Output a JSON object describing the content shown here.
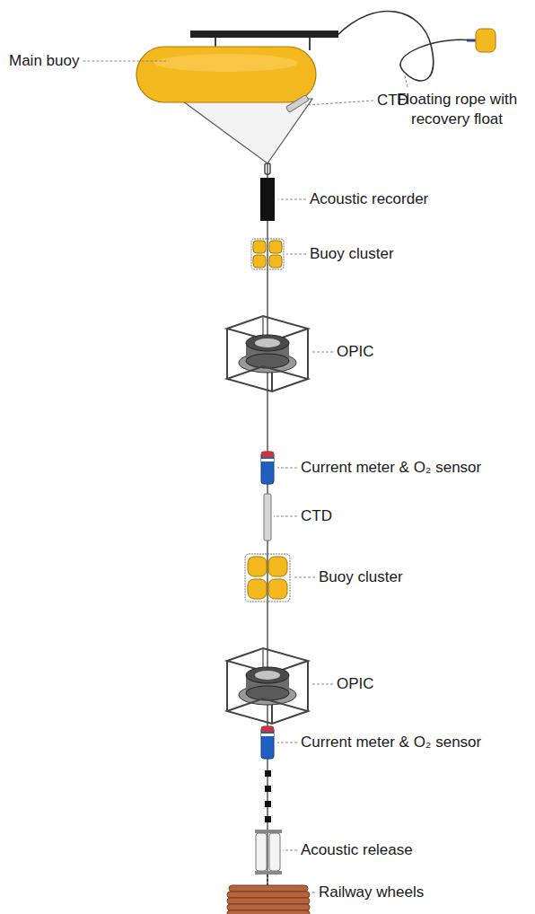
{
  "diagram": {
    "labels": [
      "Main buoy",
      "CTD",
      "Floating rope with recovery float",
      "Acoustic recorder",
      "Buoy cluster",
      "OPIC",
      "Current meter & O₂ sensor",
      "CTD",
      "Buoy cluster",
      "OPIC",
      "Current meter & O₂ sensor",
      "Acoustic release",
      "Railway wheels"
    ]
  }
}
